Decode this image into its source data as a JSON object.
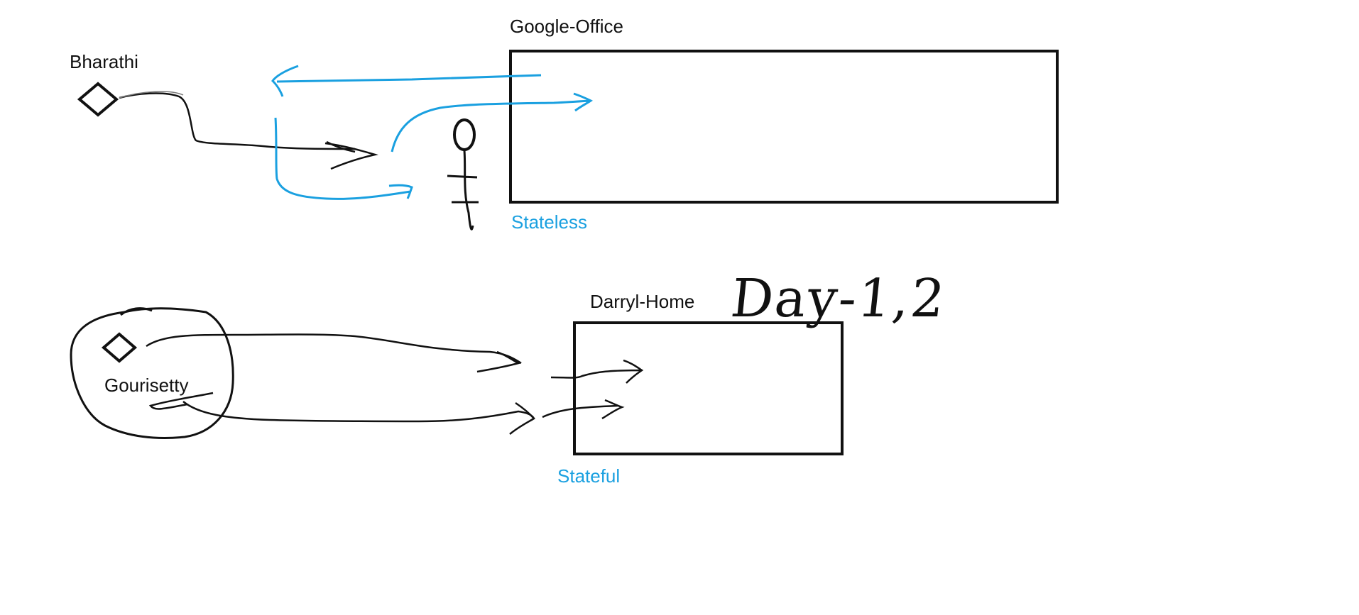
{
  "labels": {
    "google_office": "Google-Office",
    "stateless": "Stateless",
    "bharathi": "Bharathi",
    "darryl_home": "Darryl-Home",
    "stateful": "Stateful",
    "gourisetty": "Gourisetty",
    "day_note": "Day-1,2"
  },
  "colors": {
    "ink": "#111111",
    "blue": "#1aa0e0",
    "background": "#ffffff"
  }
}
